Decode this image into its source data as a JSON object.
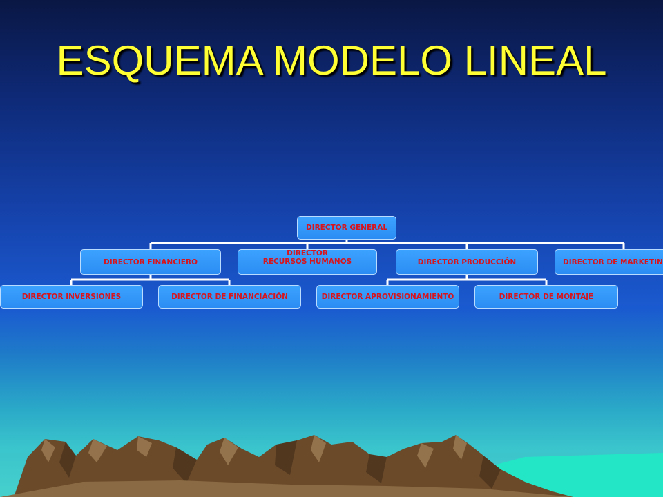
{
  "slide": {
    "title": "ESQUEMA MODELO LINEAL"
  },
  "org_chart": {
    "root": "DIRECTOR GENERAL",
    "level1": [
      {
        "label": "DIRECTOR FINANCIERO"
      },
      {
        "label_line1": "DIRECTOR",
        "label_line2": "RECURSOS HUMANOS"
      },
      {
        "label": "DIRECTOR PRODUCCIÓN"
      },
      {
        "label": "DIRECTOR DE MARKETING"
      }
    ],
    "level2": [
      {
        "label": "DIRECTOR INVERSIONES",
        "parent": "DIRECTOR FINANCIERO"
      },
      {
        "label": "DIRECTOR DE FINANCIACIÓN",
        "parent": "DIRECTOR FINANCIERO"
      },
      {
        "label": "DIRECTOR APROVISIONAMIENTO",
        "parent": "DIRECTOR PRODUCCIÓN"
      },
      {
        "label": "DIRECTOR DE MONTAJE",
        "parent": "DIRECTOR PRODUCCIÓN"
      }
    ]
  },
  "colors": {
    "title": "#ffff33",
    "node_fill": "#2b8df3",
    "node_text": "#d8141c",
    "connector": "#ffffff"
  }
}
